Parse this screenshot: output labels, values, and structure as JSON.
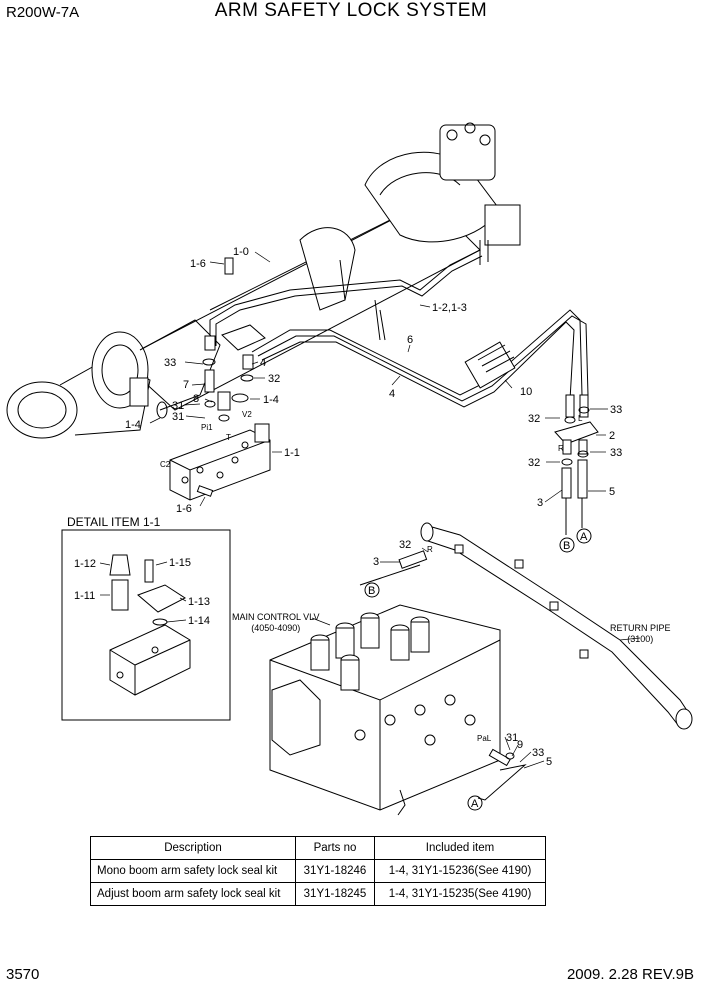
{
  "header": {
    "model": "R200W-7A",
    "title": "ARM SAFETY LOCK SYSTEM"
  },
  "footer": {
    "page": "3570",
    "revision": "2009. 2.28  REV.9B"
  },
  "callouts": {
    "c1_0": "1-0",
    "c1_6a": "1-6",
    "c1_2_1_3": "1-2,1-3",
    "c6": "6",
    "c33a": "33",
    "c4a": "4",
    "c32a": "32",
    "c7": "7",
    "c8": "8",
    "c1_4a": "1-4",
    "c31a": "31",
    "c31b": "31",
    "c4b": "4",
    "c10": "10",
    "c1_4b": "1-4",
    "c1_1": "1-1",
    "c1_6b": "1-6",
    "c32b": "32",
    "c33b": "33",
    "c2": "2",
    "c32c": "32",
    "c33c": "33",
    "c3a": "3",
    "c5a": "5",
    "c3b": "3",
    "c32d": "32",
    "c31c": "31",
    "c9": "9",
    "c33d": "33",
    "c5b": "5"
  },
  "port_labels": {
    "pi1": "Pi1",
    "t": "T",
    "v2": "V2",
    "c2": "C2",
    "r1": "R",
    "l": "L",
    "r2": "R",
    "pal": "PaL"
  },
  "connectors": {
    "a_top": "A",
    "b_top": "B",
    "b_mid": "B",
    "a_bottom": "A"
  },
  "notes": {
    "main_control_valve": "MAIN CONTROL VLV",
    "main_control_valve_ref": "(4050-4090)",
    "return_pipe": "RETURN PIPE",
    "return_pipe_ref": "(3100)"
  },
  "detail": {
    "title": "DETAIL ITEM 1-1",
    "callouts": {
      "d1_12": "1-12",
      "d1_15": "1-15",
      "d1_11": "1-11",
      "d1_13": "1-13",
      "d1_14": "1-14"
    }
  },
  "kit_table": {
    "headers": [
      "Description",
      "Parts no",
      "Included item"
    ],
    "rows": [
      [
        "Mono boom arm safety lock seal kit",
        "31Y1-18246",
        "1-4, 31Y1-15236(See 4190)"
      ],
      [
        "Adjust boom arm safety lock seal kit",
        "31Y1-18245",
        "1-4, 31Y1-15235(See 4190)"
      ]
    ]
  }
}
